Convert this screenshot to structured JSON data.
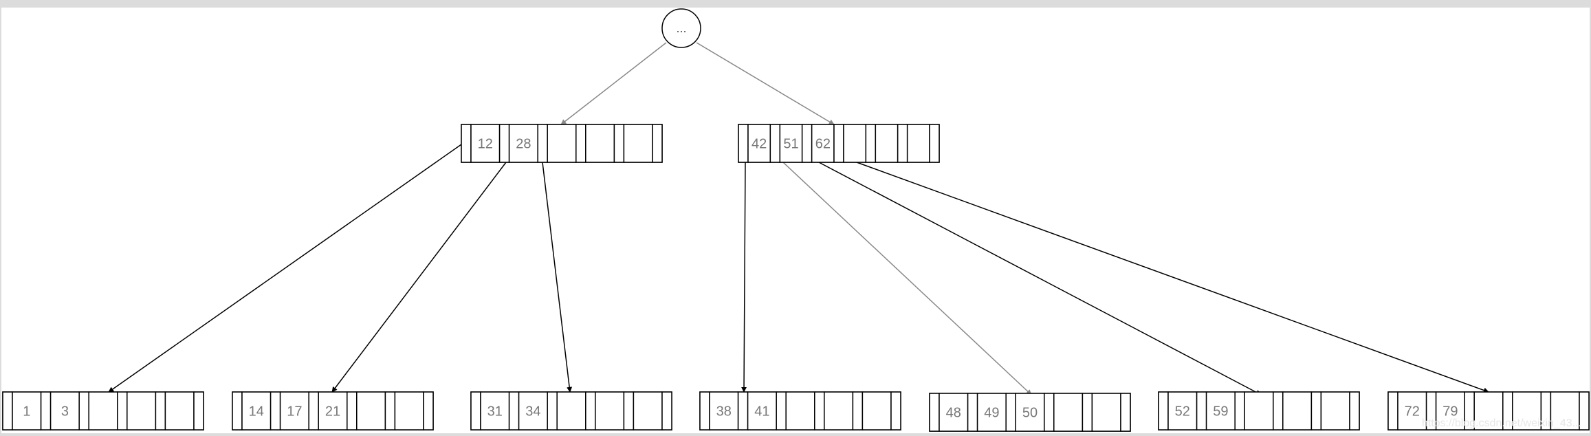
{
  "root": {
    "label": "..."
  },
  "internal_nodes": [
    {
      "id": "A",
      "keys": [
        "12",
        "28",
        "",
        "",
        ""
      ]
    },
    {
      "id": "B",
      "keys": [
        "42",
        "51",
        "62",
        "",
        "",
        ""
      ]
    }
  ],
  "leaf_nodes": [
    {
      "id": "L1",
      "keys": [
        "1",
        "3",
        "",
        "",
        ""
      ]
    },
    {
      "id": "L2",
      "keys": [
        "14",
        "17",
        "21",
        "",
        ""
      ]
    },
    {
      "id": "L3",
      "keys": [
        "31",
        "34",
        "",
        "",
        ""
      ]
    },
    {
      "id": "L4",
      "keys": [
        "38",
        "41",
        "",
        "",
        ""
      ]
    },
    {
      "id": "L5",
      "keys": [
        "48",
        "49",
        "50",
        "",
        ""
      ]
    },
    {
      "id": "L6",
      "keys": [
        "52",
        "59",
        "",
        "",
        ""
      ]
    },
    {
      "id": "L7",
      "keys": [
        "72",
        "79",
        "",
        "",
        ""
      ]
    }
  ],
  "edges": [
    {
      "from": "root",
      "to": "A",
      "color": "#888888"
    },
    {
      "from": "root",
      "to": "B",
      "color": "#888888"
    },
    {
      "from": "A",
      "to": "L1",
      "color": "#000000"
    },
    {
      "from": "A",
      "to": "L2",
      "color": "#000000"
    },
    {
      "from": "A",
      "to": "L3",
      "color": "#000000"
    },
    {
      "from": "B",
      "to": "L4",
      "color": "#000000"
    },
    {
      "from": "B",
      "to": "L5",
      "color": "#888888"
    },
    {
      "from": "B",
      "to": "L6",
      "color": "#000000"
    },
    {
      "from": "B",
      "to": "L7",
      "color": "#000000"
    }
  ],
  "watermark": "https://blog.csdn.net/weixin_43..."
}
